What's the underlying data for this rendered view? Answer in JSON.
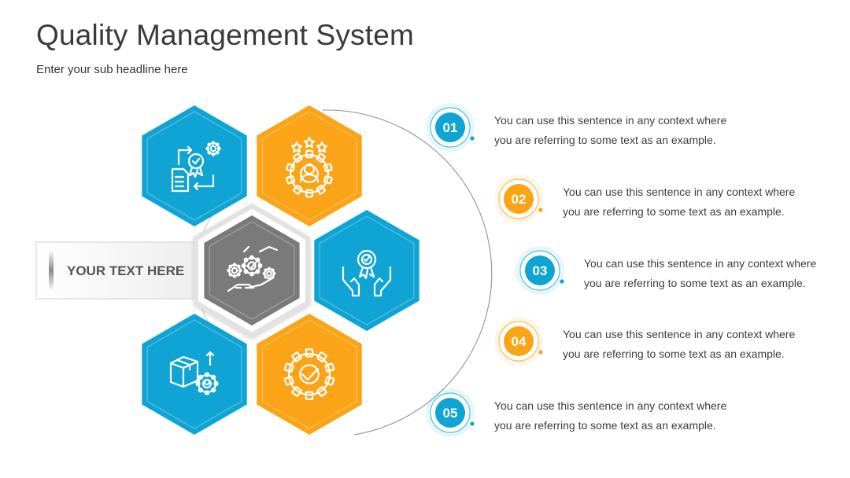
{
  "header": {
    "title": "Quality Management System",
    "subtitle": "Enter your sub headline here"
  },
  "callout": {
    "label": "YOUR TEXT HERE"
  },
  "colors": {
    "blue": "#10a4d4",
    "orange": "#fba418",
    "gray": "#7a7a7a",
    "text": "#3d3d3d"
  },
  "hexagons": [
    {
      "icon": "document-cycle-award-gear-icon",
      "color": "blue"
    },
    {
      "icon": "person-stars-gear-icon",
      "color": "orange"
    },
    {
      "icon": "handshake-gears-icon",
      "color": "gray"
    },
    {
      "icon": "hands-award-icon",
      "color": "blue"
    },
    {
      "icon": "box-user-gear-icon",
      "color": "blue"
    },
    {
      "icon": "gear-checkmark-icon",
      "color": "orange"
    }
  ],
  "steps": [
    {
      "number": "01",
      "color": "blue",
      "line1": "You can use this sentence in any context where",
      "line2": "you are referring to some text as an example."
    },
    {
      "number": "02",
      "color": "orange",
      "line1": "You can use this sentence in any context where",
      "line2": "you are referring to some text as an example."
    },
    {
      "number": "03",
      "color": "blue",
      "line1": "You can use this sentence in any context where",
      "line2": "you are referring to some text as an example."
    },
    {
      "number": "04",
      "color": "orange",
      "line1": "You can use this sentence in any context where",
      "line2": "you are referring to some text as an example."
    },
    {
      "number": "05",
      "color": "blue",
      "line1": "You can use this sentence in any context where",
      "line2": "you are referring to some text as an example."
    }
  ]
}
